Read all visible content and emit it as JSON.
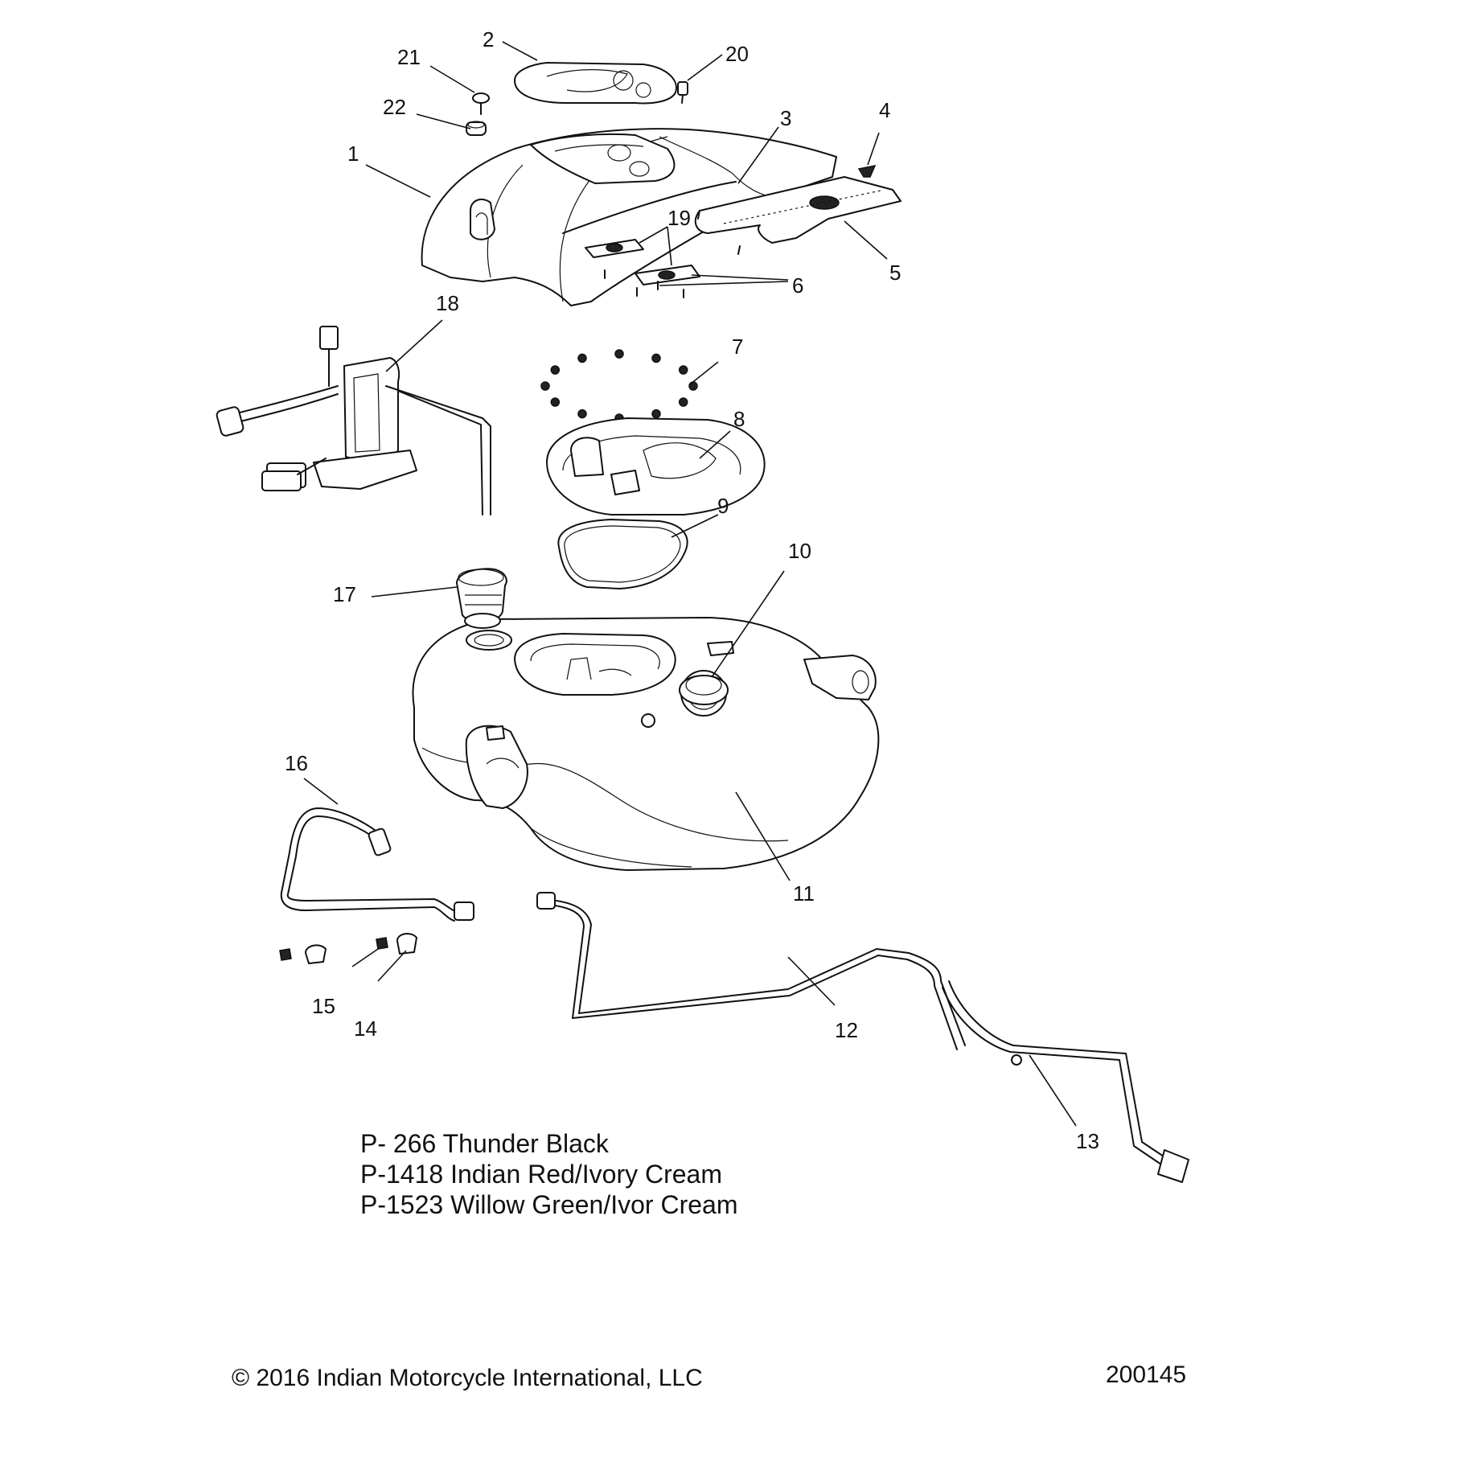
{
  "callouts": [
    {
      "id": "1"
    },
    {
      "id": "2"
    },
    {
      "id": "3"
    },
    {
      "id": "4"
    },
    {
      "id": "5"
    },
    {
      "id": "6"
    },
    {
      "id": "7"
    },
    {
      "id": "8"
    },
    {
      "id": "9"
    },
    {
      "id": "10"
    },
    {
      "id": "11"
    },
    {
      "id": "12"
    },
    {
      "id": "13"
    },
    {
      "id": "14"
    },
    {
      "id": "15"
    },
    {
      "id": "16"
    },
    {
      "id": "17"
    },
    {
      "id": "18"
    },
    {
      "id": "19"
    },
    {
      "id": "20"
    },
    {
      "id": "21"
    },
    {
      "id": "22"
    }
  ],
  "color_options": [
    "P- 266 Thunder Black",
    "P-1418 Indian Red/Ivory Cream",
    "P-1523 Willow Green/Ivor Cream"
  ],
  "footer": {
    "copyright": "© 2016 Indian Motorcycle International, LLC",
    "diagram_number": "200145"
  }
}
